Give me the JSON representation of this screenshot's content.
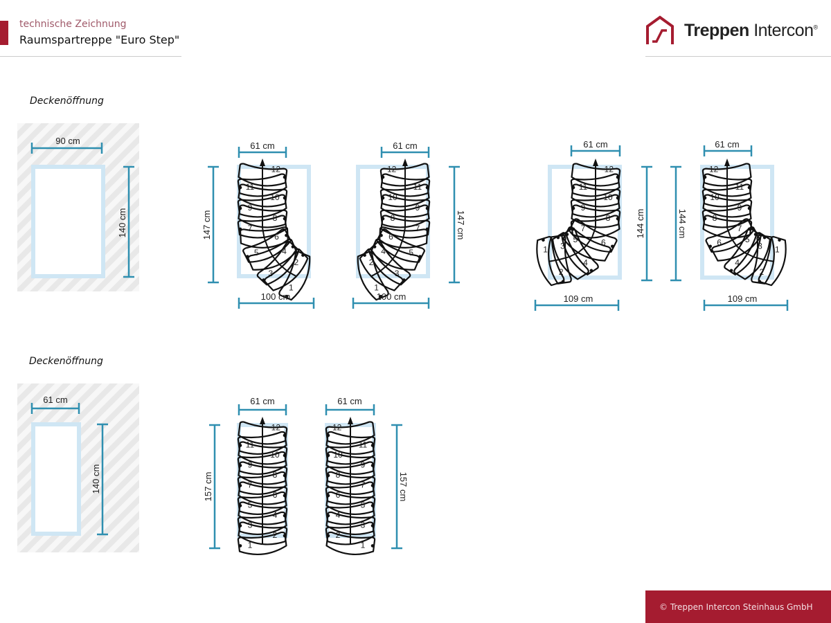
{
  "header": {
    "subtitle": "technische Zeichnung",
    "title": "Raumspartreppe \"Euro Step\""
  },
  "logo": {
    "brand_bold": "Treppen",
    "brand_regular": "Intercon",
    "registered": "®"
  },
  "footer": {
    "copyright": "© Treppen Intercon Steinhaus GmbH"
  },
  "colors": {
    "accent": "#a51c30",
    "dimension": "#2f8fb0",
    "opening": "#cfe6f4"
  },
  "step_numbers": [
    "1",
    "2",
    "3",
    "4",
    "5",
    "6",
    "7",
    "8",
    "9",
    "10",
    "11",
    "12"
  ],
  "section1": {
    "label": "Deckenöffnung",
    "opening": {
      "width": "90 cm",
      "length": "140 cm"
    },
    "stairs": [
      {
        "width": "61 cm",
        "length": "147 cm",
        "footprint": "100 cm"
      },
      {
        "width": "61 cm",
        "length": "147 cm",
        "footprint": "100 cm"
      },
      {
        "width": "61 cm",
        "length": "144 cm",
        "footprint": "109 cm"
      },
      {
        "width": "61 cm",
        "length": "144 cm",
        "footprint": "109 cm"
      }
    ]
  },
  "section2": {
    "label": "Deckenöffnung",
    "opening": {
      "width": "61 cm",
      "length": "140 cm"
    },
    "stairs": [
      {
        "width": "61 cm",
        "length": "157 cm"
      },
      {
        "width": "61 cm",
        "length": "157 cm"
      }
    ]
  }
}
